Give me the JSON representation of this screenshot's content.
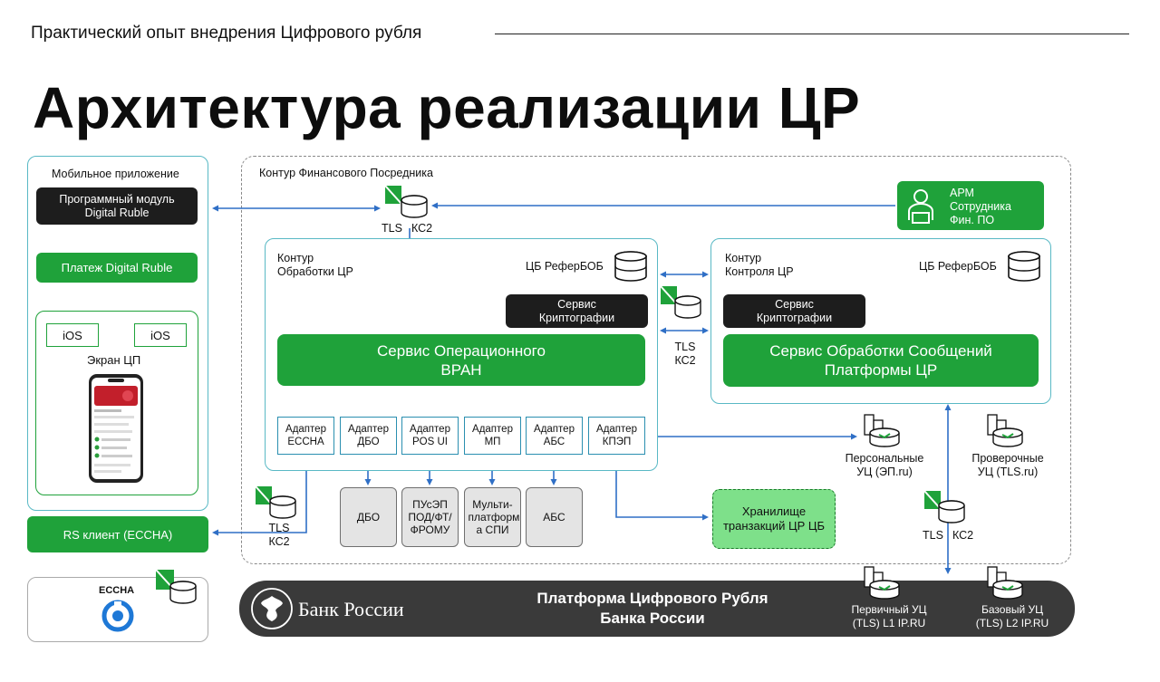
{
  "header": {
    "subtitle": "Практический опыт внедрения Цифрового рубля",
    "title": "Архитектура реализации ЦР"
  },
  "mobile": {
    "title": "Мобильное приложение",
    "module": "Программный модуль Digital Ruble",
    "payment": "Платеж Digital Ruble",
    "ios_left": "iOS",
    "ios_right": "iOS",
    "screen_label": "Экран ЦП"
  },
  "rs_client": "RS клиент (ЕССНА)",
  "essna": {
    "label": "ЕССНА"
  },
  "fin": {
    "contour_label": "Контур Финансового Посредника",
    "tls": "TLS",
    "ks2": "КС2"
  },
  "arm": {
    "line1": "АРМ",
    "line2": "Сотрудника",
    "line3": "Фин. ПО"
  },
  "processing": {
    "title_line1": "Контур",
    "title_line2": "Обработки ЦР",
    "db_label": "ЦБ РеферБОБ",
    "crypto_line1": "Сервис",
    "crypto_line2": "Криптографии",
    "service_line1": "Сервис Операционного",
    "service_line2": "ВРАН",
    "adapters": [
      {
        "line1": "Адаптер",
        "line2": "ЕССНА"
      },
      {
        "line1": "Адаптер",
        "line2": "ДБО"
      },
      {
        "line1": "Адаптер",
        "line2": "POS UI"
      },
      {
        "line1": "Адаптер",
        "line2": "МП"
      },
      {
        "line1": "Адаптер",
        "line2": "АБС"
      },
      {
        "line1": "Адаптер",
        "line2": "КПЭП"
      }
    ],
    "systems": [
      "ДБО",
      "ПУсЭП ПОД/ФТ/ ФРОМУ",
      "Мульти- платформ а СПИ",
      "АБС"
    ]
  },
  "control": {
    "title_line1": "Контур",
    "title_line2": "Контроля ЦР",
    "db_label": "ЦБ РеферБОБ",
    "crypto_line1": "Сервис",
    "crypto_line2": "Криптографии",
    "service_line1": "Сервис Обработки Сообщений",
    "service_line2": "Платформы ЦР"
  },
  "mid_link": {
    "tls": "TLS",
    "ks2": "КС2"
  },
  "left_link": {
    "tls": "TLS",
    "ks2": "КС2"
  },
  "right_link": {
    "tls": "TLS",
    "ks2": "КС2"
  },
  "storage": {
    "line1": "Хранилище",
    "line2": "транзакций ЦР ЦБ"
  },
  "uc": {
    "personal_line1": "Персональные",
    "personal_line2": "УЦ (ЭП.ru)",
    "check_line1": "Проверочные",
    "check_line2": "УЦ (TLS.ru)",
    "primary_line1": "Первичный УЦ",
    "primary_line2": "(TLS) L1 IP.RU",
    "base_line1": "Базовый УЦ",
    "base_line2": "(TLS) L2 IP.RU"
  },
  "platform": {
    "bank_logo_text": "Банк России",
    "line1": "Платформа Цифрового Рубля",
    "line2": "Банка России"
  },
  "colors": {
    "green": "#1fa23a",
    "teal_border": "#59b9c5",
    "arrow_blue": "#2f6fc6",
    "dark": "#1d1d1d",
    "platform_bg": "#3a3a3a"
  }
}
